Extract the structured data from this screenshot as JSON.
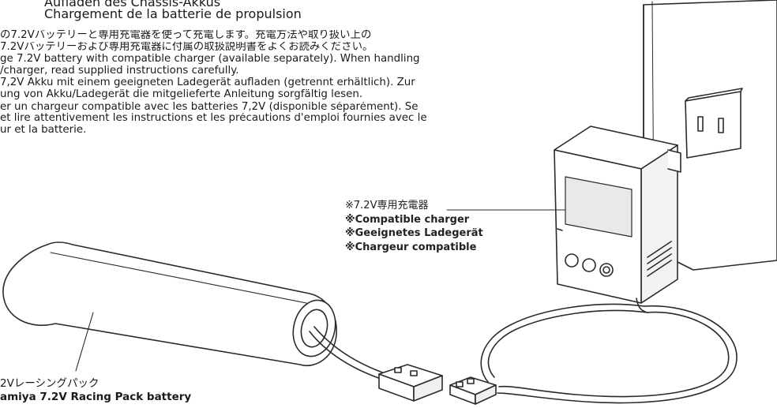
{
  "heading": {
    "line_de": "Aufladen des Chassis-Akkus",
    "line_fr": "Chargement de la batterie de propulsion"
  },
  "instructions": {
    "jp_1": "の7.2Vバッテリーと専用充電器を使って充電します。充電方法や取り扱い上の",
    "jp_2": "7.2Vバッテリーおよび専用充電器に付属の取扱説明書をよくお読みください。",
    "en_1": "ge 7.2V battery with compatible charger (available separately). When handling",
    "en_2": "/charger, read supplied instructions carefully.",
    "de_1": "7,2V Akku mit einem geeigneten Ladegerät aufladen (getrennt erhältlich). Zur",
    "de_2": "ung von Akku/Ladegerät die mitgelieferte Anleitung sorgfältig lesen.",
    "fr_1": "er un chargeur compatible avec les batteries 7,2V (disponible séparément). Se",
    "fr_2": "et lire attentivement les instructions et les précautions d'emploi fournies avec le",
    "fr_3": "ur et la batterie."
  },
  "charger_label": {
    "jp": "※7.2V専用充電器",
    "en": "※Compatible charger",
    "de": "※Geeignetes Ladegerät",
    "fr": "※Chargeur compatible"
  },
  "battery_label": {
    "jp": "2Vレーシングパック",
    "en": "amiya 7.2V Racing Pack battery"
  }
}
